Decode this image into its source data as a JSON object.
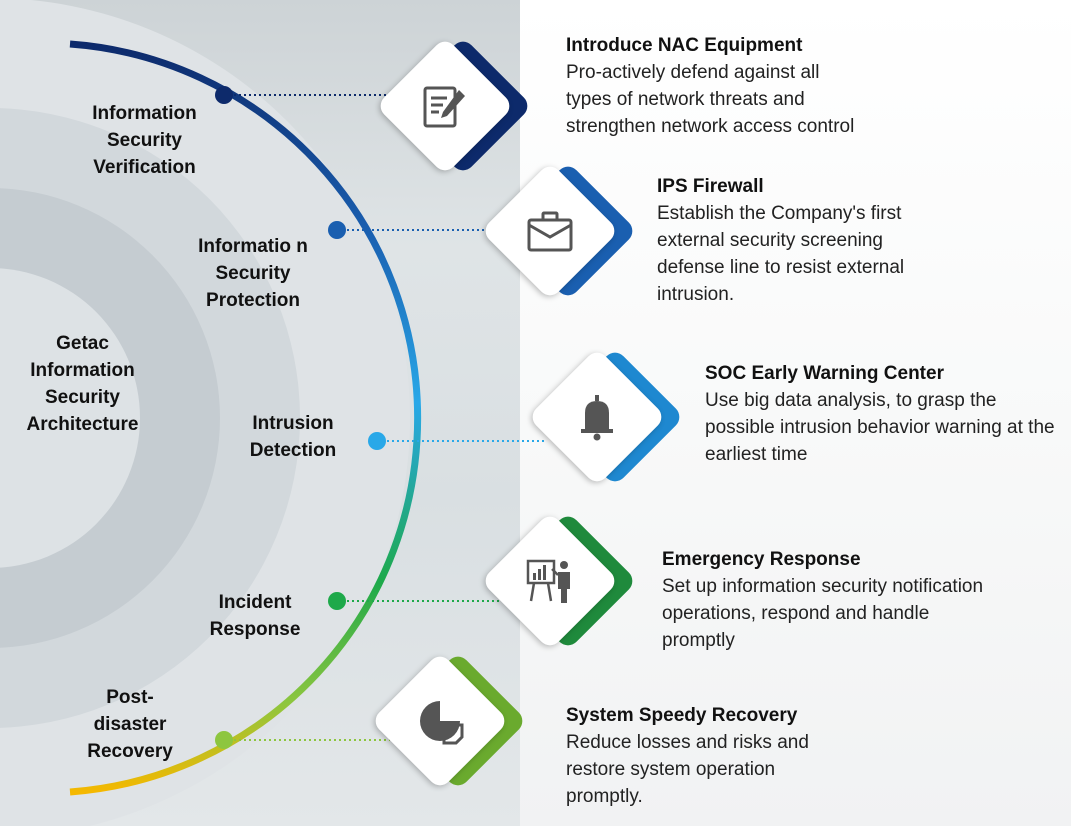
{
  "center_label": "Getac Information Security Architecture",
  "stages": [
    {
      "label": "Information Security Verification",
      "color": "#0d2a6b"
    },
    {
      "label": "Informatio n Security Protection",
      "color": "#1a5fb0"
    },
    {
      "label": "Intrusion Detection",
      "color": "#29a8e8"
    },
    {
      "label": "Incident Response",
      "color": "#1ea94a"
    },
    {
      "label": "Post- disaster Recovery",
      "color": "#8dc63f"
    }
  ],
  "items": [
    {
      "title": "Introduce NAC Equipment",
      "body": "Pro-actively defend against all types of network threats and strengthen network access control",
      "icon": "document-pen-icon",
      "accent": "#0d2a6b"
    },
    {
      "title": "IPS Firewall",
      "body": "Establish the Company's first external security screening defense line to resist external intrusion.",
      "icon": "briefcase-icon",
      "accent": "#1a5fb0"
    },
    {
      "title": "SOC Early Warning Center",
      "body": "Use big data analysis, to grasp the possible intrusion behavior warning at the earliest time",
      "icon": "bell-icon",
      "accent": "#1e88d0"
    },
    {
      "title": "Emergency Response",
      "body": "Set up information security notification operations, respond and handle promptly",
      "icon": "presenter-icon",
      "accent": "#1f8a3c"
    },
    {
      "title": "System Speedy Recovery",
      "body": "Reduce losses and risks and restore system operation promptly.",
      "icon": "pie-chart-icon",
      "accent": "#6aaa2e"
    }
  ]
}
